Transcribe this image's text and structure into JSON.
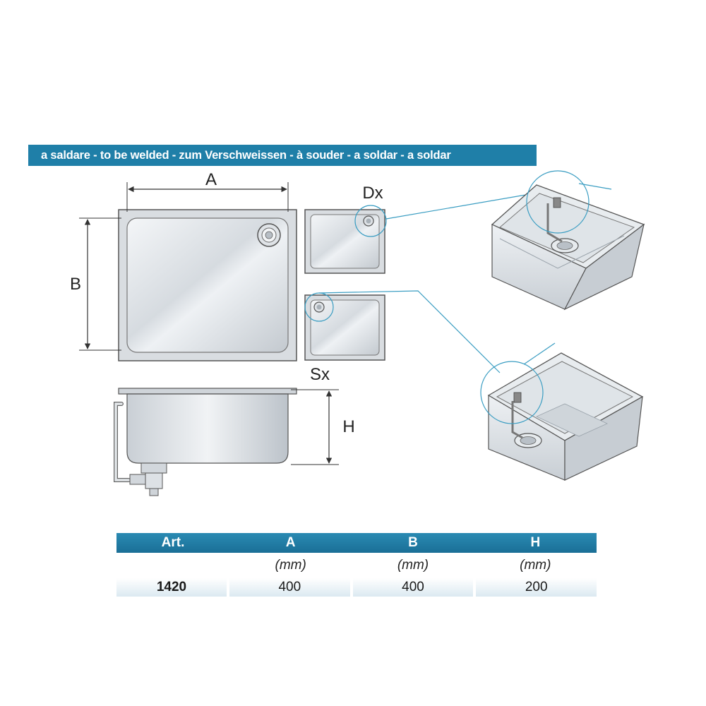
{
  "banner": {
    "text": "a saldare - to be welded - zum Verschweissen - à souder - a soldar - a soldar"
  },
  "labels": {
    "a": "A",
    "b": "B",
    "h": "H",
    "dx": "Dx",
    "sx": "Sx"
  },
  "table": {
    "headers": [
      "Art.",
      "A",
      "B",
      "H"
    ],
    "units": [
      "",
      "(mm)",
      "(mm)",
      "(mm)"
    ],
    "rows": [
      {
        "art": "1420",
        "a": "400",
        "b": "400",
        "h": "200"
      }
    ]
  },
  "colors": {
    "accent": "#1f7fa8",
    "callout": "#3a9dc2"
  }
}
